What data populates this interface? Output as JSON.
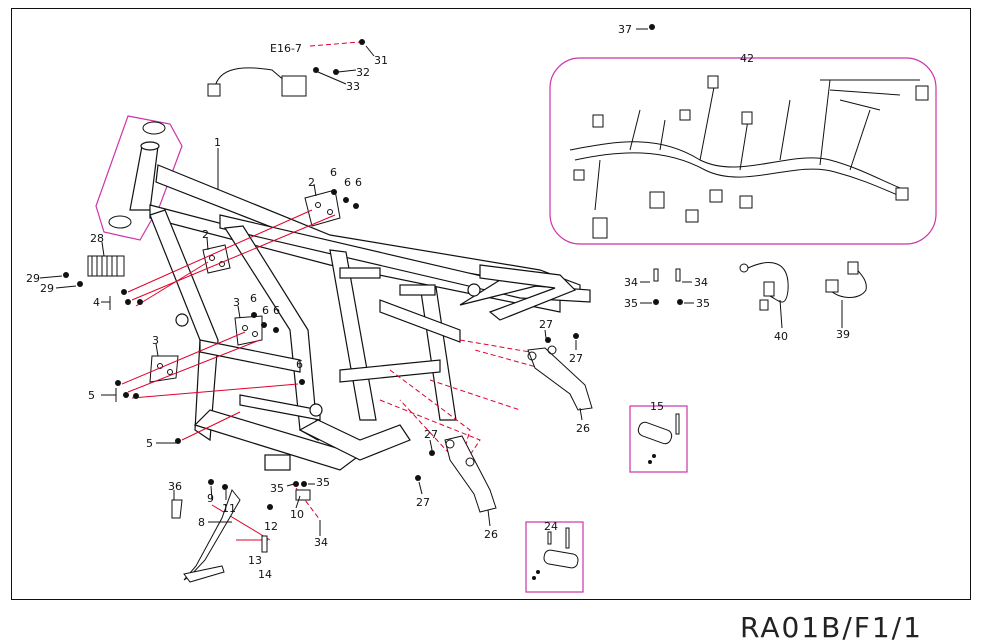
{
  "reference_code": "RA01B/F1/1",
  "sub_label": "E16-7",
  "callouts": [
    "1",
    "2",
    "2",
    "3",
    "3",
    "4",
    "5",
    "5",
    "6",
    "6",
    "6",
    "6",
    "6",
    "6",
    "6",
    "8",
    "9",
    "10",
    "11",
    "12",
    "13",
    "14",
    "15",
    "24",
    "26",
    "26",
    "27",
    "27",
    "27",
    "27",
    "28",
    "29",
    "29",
    "31",
    "32",
    "33",
    "34",
    "34",
    "34",
    "35",
    "35",
    "35",
    "35",
    "36",
    "37",
    "39",
    "40",
    "42"
  ],
  "colors": {
    "frame": "#111111",
    "leader_red": "#e0002a",
    "group_pink": "#cc33aa"
  }
}
